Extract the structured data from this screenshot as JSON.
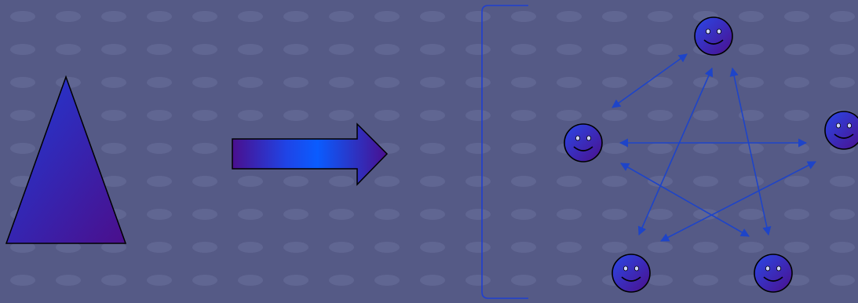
{
  "slide": {
    "background_color": "#555a86",
    "tile_highlight_color": "#6a6f9c",
    "gradient_start": "#1f3bd6",
    "gradient_end": "#4b0f8c"
  },
  "hierarchy_shape": {
    "kind": "triangle",
    "meaning": "hierarchy"
  },
  "transition_arrow": {
    "direction": "right",
    "gradient": [
      "#4a0f8e",
      "#1f44e6",
      "#0a5cff",
      "#4a0f8e"
    ]
  },
  "network": {
    "bracket_color": "#1f3fd0",
    "edge_color": "#1e44c8",
    "node_icon": "smiley-face-icon",
    "nodes": [
      {
        "id": "top"
      },
      {
        "id": "left"
      },
      {
        "id": "right"
      },
      {
        "id": "bottom-left"
      },
      {
        "id": "bottom-right"
      }
    ],
    "edges": [
      {
        "from": "top",
        "to": "left",
        "arrows": "both"
      },
      {
        "from": "left",
        "to": "right",
        "arrows": "both"
      },
      {
        "from": "top",
        "to": "bottom-left",
        "arrows": "both"
      },
      {
        "from": "top",
        "to": "bottom-right",
        "arrows": "both"
      },
      {
        "from": "left",
        "to": "bottom-right",
        "arrows": "both"
      },
      {
        "from": "right",
        "to": "bottom-left",
        "arrows": "both"
      }
    ]
  }
}
